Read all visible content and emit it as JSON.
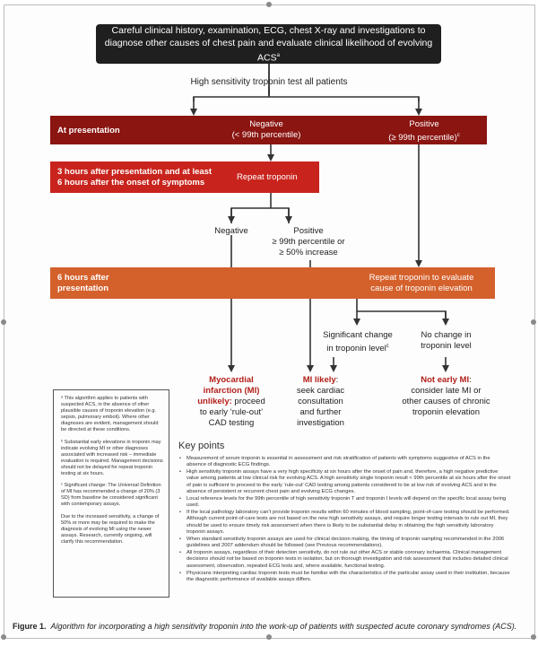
{
  "top_box": "Careful clinical history, examination, ECG, chest X-ray and investigations to diagnose other causes of chest pain and evaluate clinical likelihood of evolving ACS",
  "top_box_sup": "a",
  "hs_test": "High sensitivity troponin test all patients",
  "presentation": {
    "label": "At presentation",
    "negative_1": "Negative",
    "negative_2": "(< 99th percentile)",
    "positive_1": "Positive",
    "positive_2": "(≥ 99th percentile)",
    "positive_sup": "c"
  },
  "three_hours": {
    "label_1": "3 hours after presentation and at least",
    "label_2": "6 hours after the onset of symptoms",
    "action": "Repeat troponin"
  },
  "repeat_results": {
    "negative": "Negative",
    "positive_1": "Positive",
    "positive_2": "≥ 99th percentile or",
    "positive_3": "≥ 50% increase"
  },
  "six_hours": {
    "label_1": "6 hours after",
    "label_2": "presentation",
    "action_1": "Repeat troponin to evaluate",
    "action_2": "cause of troponin elevation"
  },
  "change": {
    "significant_1": "Significant change",
    "significant_2": "in troponin level",
    "significant_sup": "c",
    "none_1": "No change in",
    "none_2": "troponin level"
  },
  "outcomes": {
    "mi_unlikely_1": "Myocardial",
    "mi_unlikely_2": "infarction (MI)",
    "mi_unlikely_3a": "unlikely:",
    "mi_unlikely_3b": " proceed",
    "mi_unlikely_4": "to early ‘rule-out’",
    "mi_unlikely_5": "CAD testing",
    "mi_likely_1a": "MI likely",
    "mi_likely_1b": ":",
    "mi_likely_2": "seek cardiac",
    "mi_likely_3": "consultation",
    "mi_likely_4": "and further",
    "mi_likely_5": "investigation",
    "not_early_1": "Not early MI",
    "not_early_1b": ":",
    "not_early_2": "consider late MI or",
    "not_early_3": "other causes of chronic",
    "not_early_4": "troponin elevation"
  },
  "notes": [
    "ᵃ This algorithm applies to patients with suspected ACS, in the absence of other plausible causes of troponin elevation (e.g. sepsis, pulmonary emboli). Where other diagnoses are evident, management should be directed at these conditions.",
    "ᵇ Substantial early elevations in troponin may indicate evolving MI or other diagnoses associated with increased risk – immediate evaluation is required. Management decisions should not be delayed for repeat troponin testing at six hours.",
    "ᶜ Significant change: The Universal Definition of MI has recommended a change of 20% (3 SD) from baseline be considered significant with contemporary assays.",
    "Due to the increased sensitivity, a change of 50% or more may be required to make the diagnosis of evolving MI using the newer assays. Research, currently ongoing, will clarify this recommendation."
  ],
  "key_points": {
    "title": "Key points",
    "items": [
      "Measurement of serum troponin is essential in assessment and risk stratification of patients with symptoms suggestive of ACS in the absence of diagnostic ECG findings.",
      "High sensitivity troponin assays have a very high specificity at six hours after the onset of pain and, therefore, a high negative predictive value among patients at low clinical risk for evolving ACS. A high sensitivity single troponin result < 99th percentile at six hours after the onset of pain is sufficient to proceed to the early ‘rule-out’ CAD testing among patients considered to be at low risk of evolving ACS and in the absence of persistent or recurrent chest pain and evolving ECG changes.",
      "Local reference levels for the 99th percentile of high sensitivity troponin T and troponin I levels will depend on the specific local assay being used.",
      "If the local pathology laboratory can’t provide troponin results within 60 minutes of blood sampling, point-of-care testing should be performed. Although current point-of-care tests are not based on the new high sensitivity assays, and require longer testing intervals to rule out MI, they should be used to ensure timely risk assessment when there is likely to be substantial delay in obtaining the high sensitivity laboratory troponin assays.",
      "When standard sensitivity troponin assays are used for clinical decision making, the timing of troponin sampling recommended in the 2006 guidelines and 2007 addendum should be followed (see Previous recommendations).",
      "All troponin assays, regardless of their detection sensitivity, do not rule out other ACS or stable coronary ischaemia. Clinical management decisions should not be based on troponin tests in isolation, but on thorough investigation and risk assessment that includes detailed clinical assessment, observation, repeated ECG tests and, where available, functional testing.",
      "Physicians interpreting cardiac troponin tests must be familiar with the characteristics of the particular assay used in their institution, because the diagnostic performance of available assays differs."
    ]
  },
  "caption": {
    "label": "Figure 1.",
    "text": "Algorithm for incorporating a high sensitivity troponin into the work-up of patients with suspected acute coronary syndromes (ACS)."
  }
}
